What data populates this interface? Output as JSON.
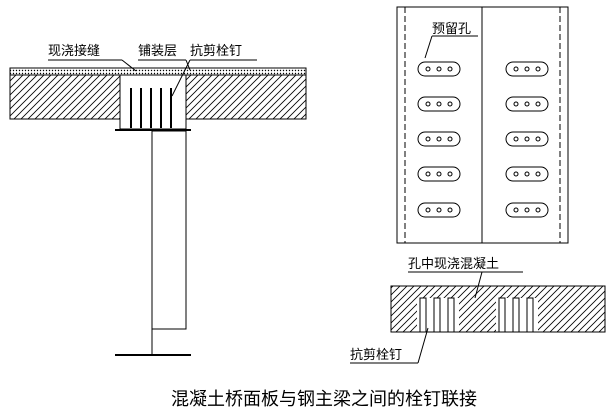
{
  "labels": {
    "cast_joint": "现浇接缝",
    "pavement_layer": "铺装层",
    "shear_stud_left": "抗剪栓钉",
    "reserved_hole": "预留孔",
    "cast_concrete_in_hole": "孔中现浇混凝土",
    "shear_stud_bottom": "抗剪栓钉"
  },
  "caption": "混凝土桥面板与钢主梁之间的栓钉联接"
}
